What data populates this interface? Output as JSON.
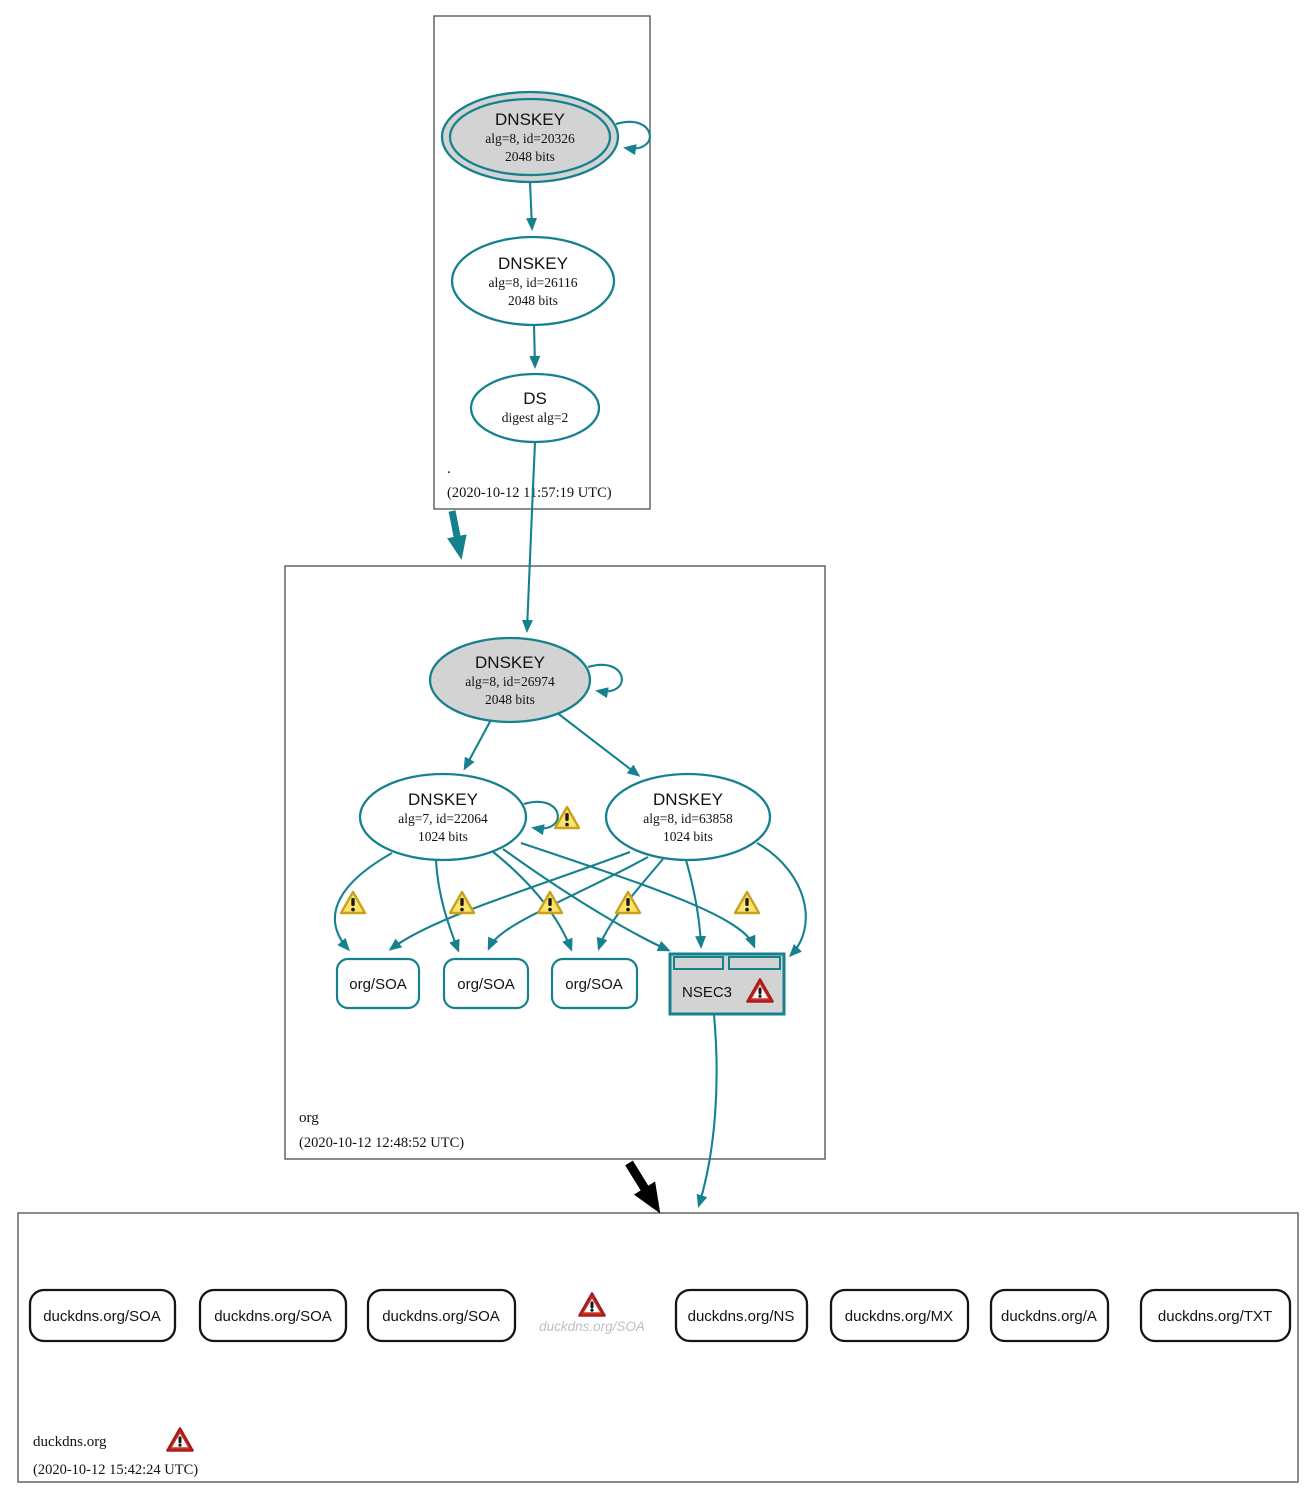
{
  "colors": {
    "teal": "#15818e",
    "node_fill": "#d3d3d3",
    "warn_fill": "#fbe36c",
    "warn_stroke": "#c9a21d",
    "error_fill": "#d22f27",
    "error_stroke": "#a81d1d",
    "black": "#000000",
    "box_stroke": "#5a5a5a",
    "missing_text": "#bfbfbf",
    "rrset_black": "#151515"
  },
  "icons": {
    "warning_icon": "yellow-triangle-exclamation",
    "error_icon": "red-triangle-exclamation",
    "self_sign_icon": "loop-arrow"
  },
  "zones": {
    "root": {
      "label": ".",
      "timestamp": "(2020-10-12 11:57:19 UTC)",
      "nodes": {
        "ksk": {
          "type": "DNSKEY",
          "alg": "alg=8, id=20326",
          "bits": "2048 bits"
        },
        "zsk": {
          "type": "DNSKEY",
          "alg": "alg=8, id=26116",
          "bits": "2048 bits"
        },
        "ds": {
          "type": "DS",
          "detail": "digest alg=2"
        }
      }
    },
    "org": {
      "label": "org",
      "timestamp": "(2020-10-12 12:48:52 UTC)",
      "nodes": {
        "ksk": {
          "type": "DNSKEY",
          "alg": "alg=8, id=26974",
          "bits": "2048 bits"
        },
        "zsk1": {
          "type": "DNSKEY",
          "alg": "alg=7, id=22064",
          "bits": "1024 bits"
        },
        "zsk2": {
          "type": "DNSKEY",
          "alg": "alg=8, id=63858",
          "bits": "1024 bits"
        },
        "soa1": {
          "label": "org/SOA"
        },
        "soa2": {
          "label": "org/SOA"
        },
        "soa3": {
          "label": "org/SOA"
        },
        "nsec3": {
          "label": "NSEC3"
        }
      }
    },
    "duckdns": {
      "label": "duckdns.org",
      "timestamp": "(2020-10-12 15:42:24 UTC)",
      "rrsets": [
        {
          "label": "duckdns.org/SOA"
        },
        {
          "label": "duckdns.org/SOA"
        },
        {
          "label": "duckdns.org/SOA"
        },
        {
          "label": "duckdns.org/SOA",
          "missing": true
        },
        {
          "label": "duckdns.org/NS"
        },
        {
          "label": "duckdns.org/MX"
        },
        {
          "label": "duckdns.org/A"
        },
        {
          "label": "duckdns.org/TXT"
        }
      ]
    }
  }
}
